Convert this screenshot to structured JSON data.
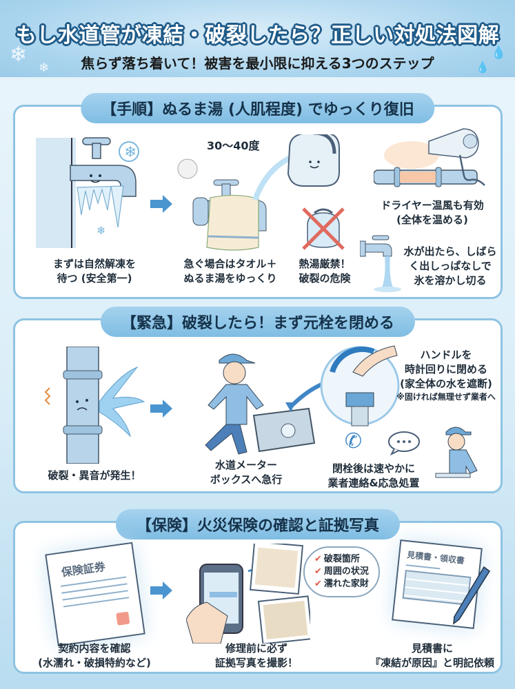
{
  "header": {
    "title": "もし水道管が凍結・破裂したら？正しい対処法図解",
    "subtitle": "焦らず落ち着いて！被害を最小限に抑える3つのステップ",
    "decorations": [
      "snowflake-icon",
      "snowflake-icon",
      "water-drop-icon",
      "water-drop-icon"
    ]
  },
  "sections": [
    {
      "tab": "【手順】ぬるま湯 (人肌程度) でゆっくり復旧",
      "temperature_label": "30〜40度",
      "steps": [
        {
          "icon": "frozen-faucet-icon",
          "caption_lines": [
            "まずは自然解凍を",
            "待つ (安全第一)"
          ]
        },
        {
          "icon": "towel-faucet-kettle-icon",
          "caption_lines": [
            "急ぐ場合はタオル＋",
            "ぬるま湯をゆっくり"
          ]
        },
        {
          "icon": "no-boiling-kettle-icon",
          "caption_lines": [
            "熱湯厳禁！",
            "破裂の危険"
          ]
        },
        {
          "icon": "hair-dryer-pipe-icon",
          "caption_lines": [
            "ドライヤー温風も有効",
            "(全体を温める)"
          ]
        },
        {
          "icon": "running-faucet-icon",
          "caption_lines": [
            "水が出たら、しばら",
            "く出しっぱなしで",
            "氷を溶かし切る"
          ]
        }
      ]
    },
    {
      "tab": "【緊急】破裂したら！まず元栓を閉める",
      "steps": [
        {
          "icon": "burst-pipe-icon",
          "caption_lines": [
            "破裂・異音が発生！"
          ]
        },
        {
          "icon": "running-worker-meter-box-icon",
          "caption_lines": [
            "水道メーター",
            "ボックスへ急行"
          ]
        },
        {
          "icon": "valve-handle-icon",
          "caption_lines": [
            "ハンドルを",
            "時計回りに閉める",
            "(家全体の水を遮断)"
          ],
          "note": "※固ければ無理せず業者へ"
        },
        {
          "icon": "phone-call-worker-icon",
          "caption_lines": [
            "閉栓後は速やかに",
            "業者連絡&応急処置"
          ]
        }
      ]
    },
    {
      "tab": "【保険】火災保険の確認と証拠写真",
      "steps": [
        {
          "icon": "insurance-document-icon",
          "doc_title": "保険証券",
          "caption_lines": [
            "契約内容を確認",
            "(水濡れ・破損特約など)"
          ]
        },
        {
          "icon": "smartphone-photo-icon",
          "caption_lines": [
            "修理前に必ず",
            "証拠写真を撮影！"
          ],
          "checklist": [
            "破裂箇所",
            "周囲の状況",
            "濡れた家財"
          ]
        },
        {
          "icon": "estimate-receipt-icon",
          "doc_title": "見積書・領収書",
          "caption_lines": [
            "見積書に",
            "『凍結が原因』と明記依頼"
          ]
        }
      ]
    }
  ],
  "colors": {
    "accent": "#7fbde3",
    "border": "#8ec3e2",
    "title_outline": "#1e5a88",
    "arrow": "#4a94cf",
    "warning": "#e05a4a"
  }
}
